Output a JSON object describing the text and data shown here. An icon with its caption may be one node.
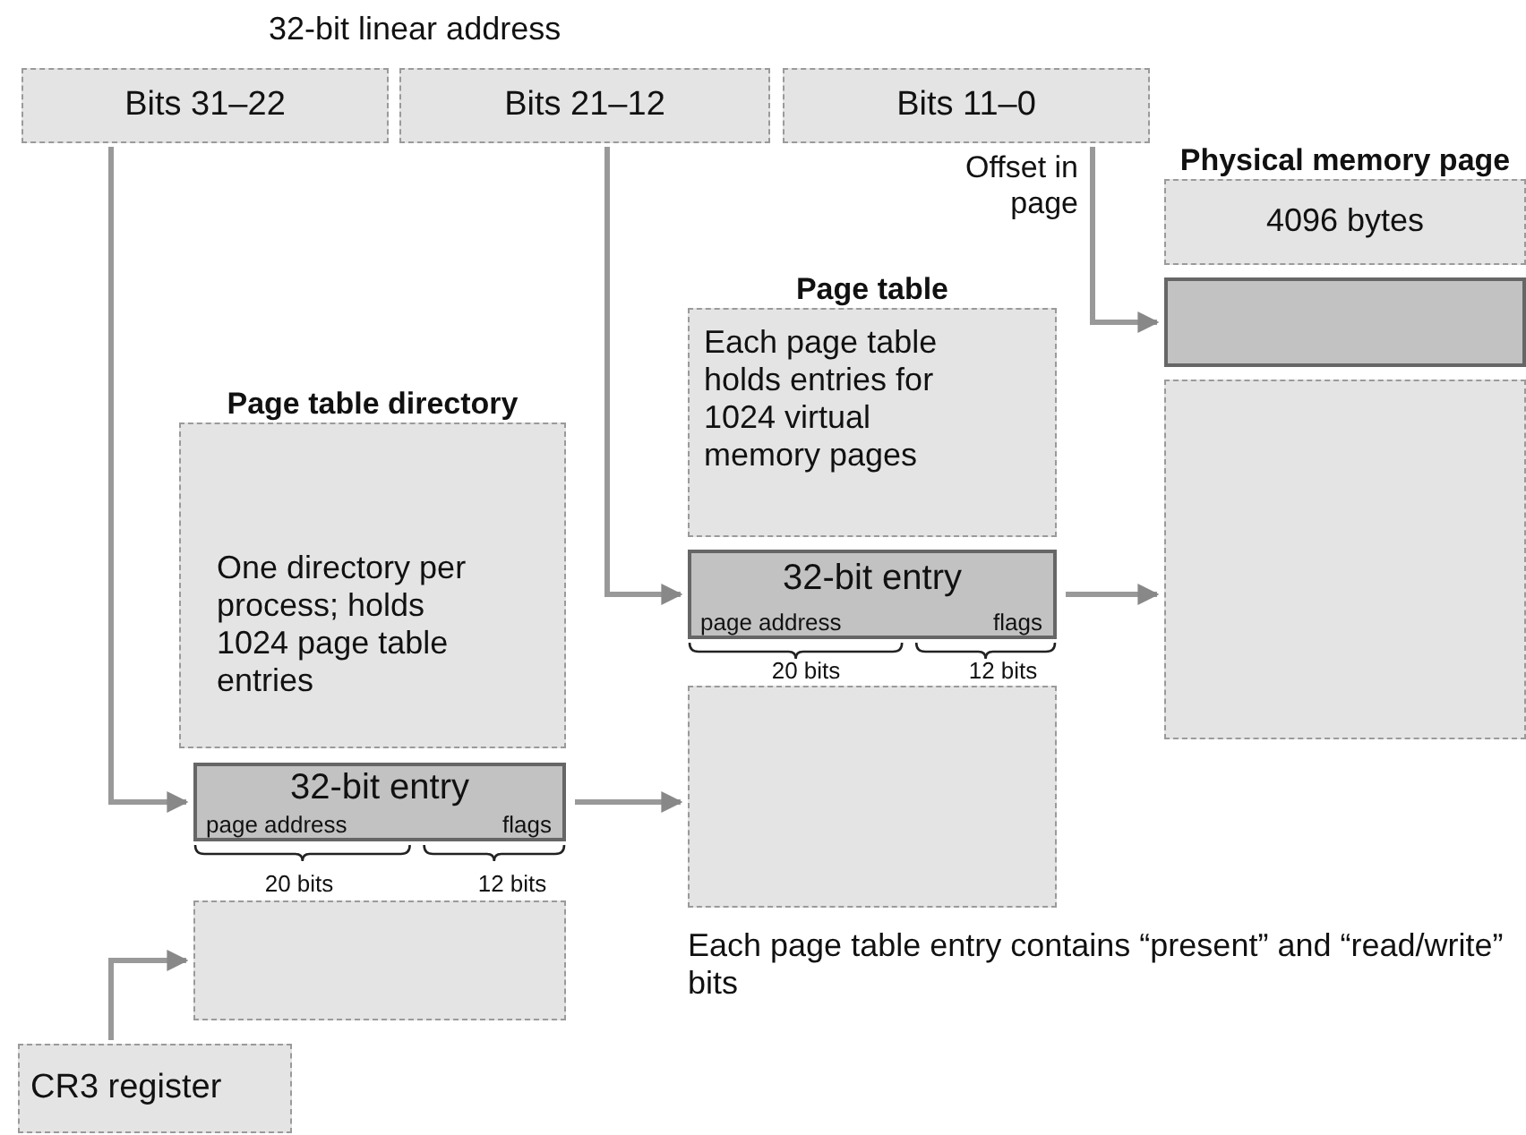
{
  "diagram": {
    "nodes": [
      {
        "text": [
          "Bits 31–22"
        ]
      },
      {
        "text": [
          "Bits 21–12"
        ]
      },
      {
        "text": [
          "Bits 11–0"
        ]
      },
      {
        "text": [
          "Page table directory",
          "One directory per process; holds 1024 page table entries"
        ]
      },
      {
        "text": [
          "32-bit entry",
          "page address",
          "flags"
        ]
      },
      {
        "text": [],
        "shape": "box"
      },
      {
        "text": [
          "Page table",
          "Each page table holds entries for 1024 virtual memory pages"
        ]
      },
      {
        "text": [
          "32-bit entry",
          "page address",
          "flags"
        ]
      },
      {
        "text": [],
        "shape": "box"
      },
      {
        "text": [
          "Physical memory page",
          "4096 bytes"
        ]
      },
      {
        "text": [],
        "shape": "box"
      },
      {
        "text": [],
        "shape": "box"
      },
      {
        "text": [
          "CR3 register"
        ]
      }
    ],
    "edges": [
      {
        "from": 0,
        "to": 4,
        "arrow": "to"
      },
      {
        "from": 1,
        "to": 7,
        "arrow": "to"
      },
      {
        "from": 2,
        "to": 10,
        "arrow": "to",
        "label": "Offset in page"
      },
      {
        "from": 4,
        "to": 8,
        "arrow": "to"
      },
      {
        "from": 7,
        "to": 11,
        "arrow": "to"
      },
      {
        "from": 12,
        "to": 5,
        "arrow": "to"
      }
    ],
    "labels": [
      "32-bit linear address",
      "20 bits",
      "12 bits",
      "20 bits",
      "12 bits",
      "Each page table entry contains “present” and “read/write” bits"
    ]
  }
}
